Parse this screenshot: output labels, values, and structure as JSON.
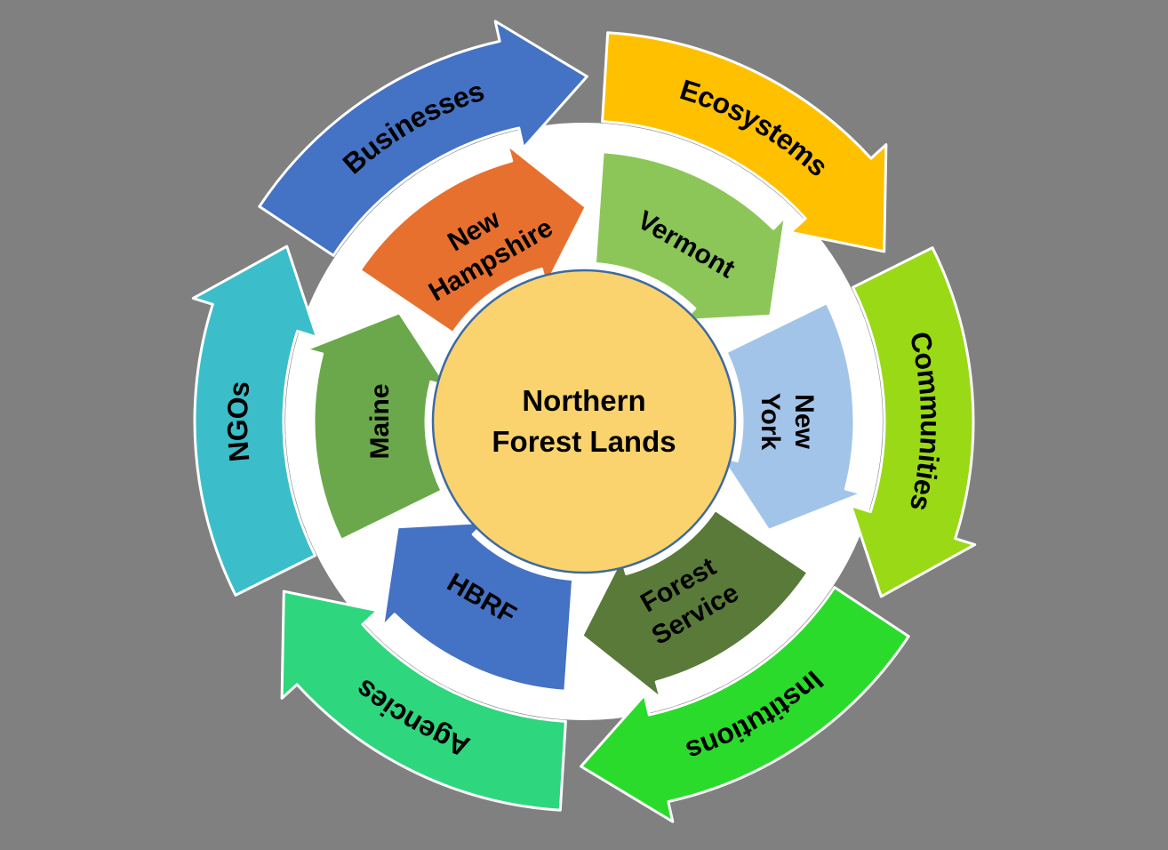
{
  "diagram": {
    "background_color": "#808080",
    "ring_gap_color": "#FFFFFF",
    "center": {
      "lines": [
        "Northern",
        "Forest Lands"
      ],
      "fill": "#FAD36E",
      "border": "#3E6AA0"
    },
    "outer_ring": {
      "flow": "clockwise",
      "segments": [
        {
          "label": "Ecosystems",
          "color": "#FFC000",
          "start_deg": 270,
          "end_deg": 330
        },
        {
          "label": "Communities",
          "color": "#9AD916",
          "start_deg": 330,
          "end_deg": 390
        },
        {
          "label": "Institutions",
          "color": "#2BDB2B",
          "start_deg": 30,
          "end_deg": 90
        },
        {
          "label": "Agencies",
          "color": "#2ED67E",
          "start_deg": 90,
          "end_deg": 150
        },
        {
          "label": "NGOs",
          "color": "#3BBEC9",
          "start_deg": 150,
          "end_deg": 210
        },
        {
          "label": "Businesses",
          "color": "#4472C4",
          "start_deg": 210,
          "end_deg": 270
        }
      ]
    },
    "inner_ring": {
      "flow": "clockwise",
      "segments": [
        {
          "label": "Vermont",
          "lines": [
            "Vermont"
          ],
          "color": "#8CC658",
          "start_deg": 270,
          "end_deg": 330
        },
        {
          "label": "New York",
          "lines": [
            "New",
            "York"
          ],
          "color": "#A2C4E8",
          "start_deg": 330,
          "end_deg": 390
        },
        {
          "label": "Forest Service",
          "lines": [
            "Forest",
            "Service"
          ],
          "color": "#5A7A39",
          "start_deg": 30,
          "end_deg": 90
        },
        {
          "label": "HBRF",
          "lines": [
            "HBRF"
          ],
          "color": "#4472C4",
          "start_deg": 90,
          "end_deg": 150
        },
        {
          "label": "Maine",
          "lines": [
            "Maine"
          ],
          "color": "#6BA84B",
          "start_deg": 150,
          "end_deg": 210
        },
        {
          "label": "New Hampshire",
          "lines": [
            "New",
            "Hampshire"
          ],
          "color": "#E8702E",
          "start_deg": 210,
          "end_deg": 270
        }
      ]
    }
  }
}
